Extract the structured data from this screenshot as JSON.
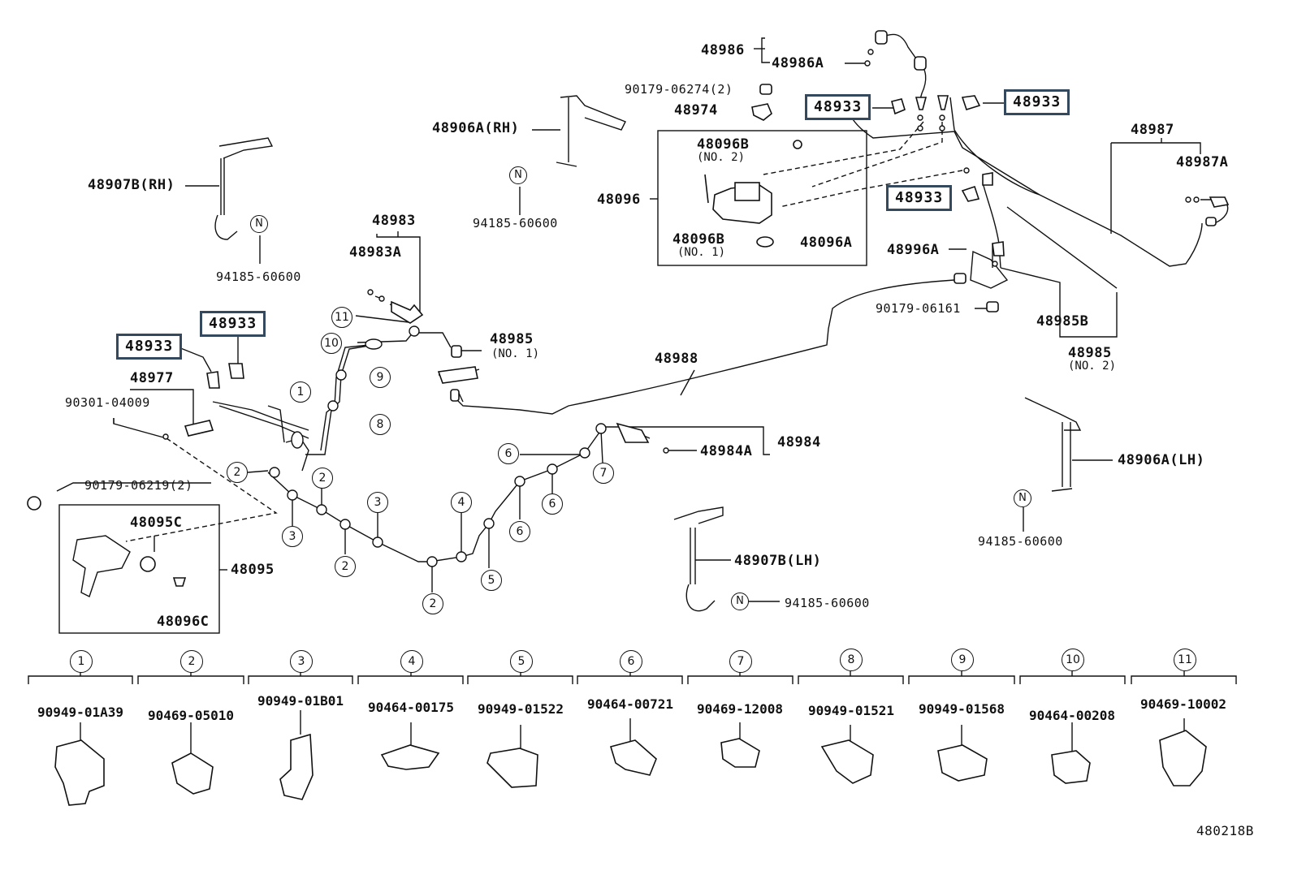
{
  "diagram_code": "480218B",
  "labels": {
    "p48986": "48986",
    "p48986a": "48986A",
    "p90179_06274": "90179-06274(2)",
    "p48974": "48974",
    "p48906a_rh": "48906A(RH)",
    "p48907b_rh": "48907B(RH)",
    "p48096b_2": "48096B",
    "no2_a": "(NO. 2)",
    "p48096": "48096",
    "p48096b_1": "48096B",
    "no1_a": "(NO. 1)",
    "p48096a": "48096A",
    "p94185_rh1": "94185-60600",
    "p94185_rh2": "94185-60600",
    "p48987": "48987",
    "p48987a": "48987A",
    "p48996a": "48996A",
    "p90179_06161": "90179-06161",
    "p48985b": "48985B",
    "p48985_2": "48985",
    "no2_b": "(NO. 2)",
    "p48983": "48983",
    "p48983a": "48983A",
    "p48985_1": "48985",
    "no1_b": "(NO. 1)",
    "p48988": "48988",
    "p48977": "48977",
    "p90301": "90301-04009",
    "p90179_06219": "90179-06219(2)",
    "p48095c": "48095C",
    "p48095": "48095",
    "p48096c": "48096C",
    "p48984": "48984",
    "p48984a": "48984A",
    "p48906a_lh": "48906A(LH)",
    "p94185_lh1": "94185-60600",
    "p48907b_lh": "48907B(LH)",
    "p94185_lh2": "94185-60600"
  },
  "highlighted": [
    "48933",
    "48933",
    "48933",
    "48933",
    "48933"
  ],
  "n_mark": "N",
  "callouts": [
    "11",
    "10",
    "9",
    "8",
    "1",
    "2",
    "2",
    "3",
    "3",
    "2",
    "4",
    "2",
    "5",
    "6",
    "6",
    "6",
    "7"
  ],
  "clips": [
    {
      "key": "1",
      "part": "90949-01A39"
    },
    {
      "key": "2",
      "part": "90469-05010"
    },
    {
      "key": "3",
      "part": "90949-01B01"
    },
    {
      "key": "4",
      "part": "90464-00175"
    },
    {
      "key": "5",
      "part": "90949-01522"
    },
    {
      "key": "6",
      "part": "90464-00721"
    },
    {
      "key": "7",
      "part": "90469-12008"
    },
    {
      "key": "8",
      "part": "90949-01521"
    },
    {
      "key": "9",
      "part": "90949-01568"
    },
    {
      "key": "10",
      "part": "90464-00208"
    },
    {
      "key": "11",
      "part": "90469-10002"
    }
  ],
  "colors": {
    "highlight_border": "#34495e",
    "line": "#111111"
  }
}
